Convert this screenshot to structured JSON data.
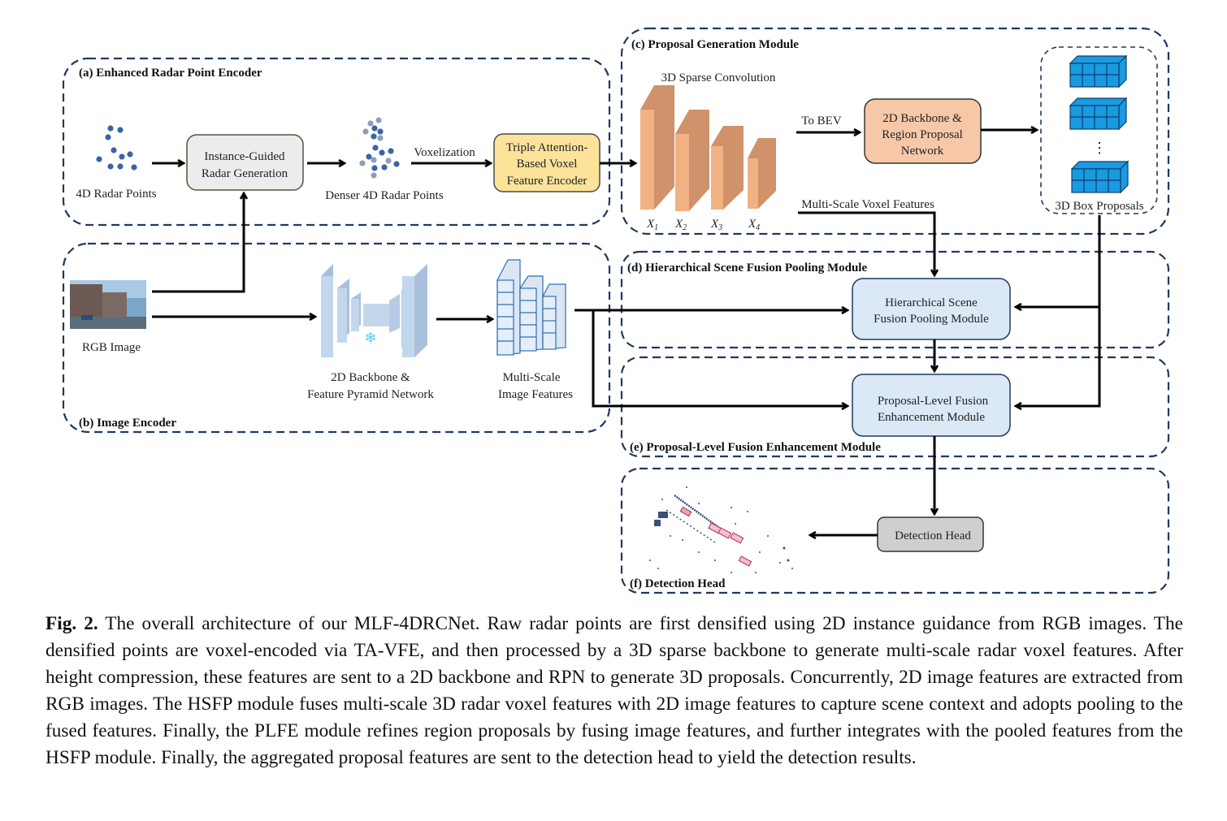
{
  "sections": {
    "a": "(a) Enhanced Radar Point Encoder",
    "b": "(b)  Image Encoder",
    "c": "(c)  Proposal Generation Module",
    "d": "(d) Hierarchical Scene Fusion Pooling Module",
    "e": "(e) Proposal-Level Fusion Enhancement Module",
    "f": "(f)  Detection Head"
  },
  "radar": {
    "points_label": "4D Radar Points",
    "igrg_line1": "Instance-Guided",
    "igrg_line2": "Radar Generation",
    "denser_label": "Denser 4D Radar Points",
    "voxelization": "Voxelization",
    "tavfe_line1": "Triple Attention-",
    "tavfe_line2": "Based Voxel",
    "tavfe_line3": "Feature Encoder"
  },
  "image": {
    "rgb_label": "RGB Image",
    "backbone_line1": "2D Backbone &",
    "backbone_line2": "Feature Pyramid Network",
    "features_line1": "Multi-Scale",
    "features_line2": "Image Features"
  },
  "proposal": {
    "sparse_conv": "3D Sparse Convolution",
    "x_labels": [
      "X",
      "X",
      "X",
      "X"
    ],
    "x_subs": [
      "1",
      "2",
      "3",
      "4"
    ],
    "to_bev": "To BEV",
    "rpn_line1": "2D Backbone &",
    "rpn_line2": "Region Proposal",
    "rpn_line3": "Network",
    "msvf": "Multi-Scale Voxel Features",
    "box_proposals": "3D Box Proposals",
    "ellipsis": "⋮"
  },
  "hsfp": {
    "line1": "Hierarchical Scene",
    "line2": "Fusion Pooling Module"
  },
  "plfe": {
    "line1": "Proposal-Level Fusion",
    "line2": "Enhancement Module"
  },
  "det": {
    "label": "Detection Head"
  },
  "colors": {
    "dash": "#1f3a5f",
    "igrg_fill": "#ececec",
    "tavfe_fill": "#fde39a",
    "rpn_fill": "#f7c8a8",
    "module_fill": "#dbe8f5",
    "det_fill": "#cfcfcf",
    "conv_front": "#f1b183",
    "conv_side": "#cf926a",
    "cube": "#1a9ae0",
    "fpn": "#bcd3ea"
  },
  "caption": {
    "fig": "Fig. 2.",
    "text": " The overall architecture of our MLF-4DRCNet. Raw radar points are first densified using 2D instance guidance from RGB images. The densified points are voxel-encoded via TA-VFE, and then processed by a 3D sparse backbone to generate multi-scale radar voxel features. After height compression, these features are sent to a 2D backbone and RPN to generate 3D proposals. Concurrently, 2D image features are extracted from RGB images. The HSFP module fuses multi-scale 3D radar voxel features with 2D image features to capture scene context and adopts pooling to the fused features. Finally, the PLFE module refines region proposals by fusing image features, and further integrates with the pooled features from the HSFP module. Finally, the aggregated proposal features are sent to the detection head to yield the detection results."
  }
}
